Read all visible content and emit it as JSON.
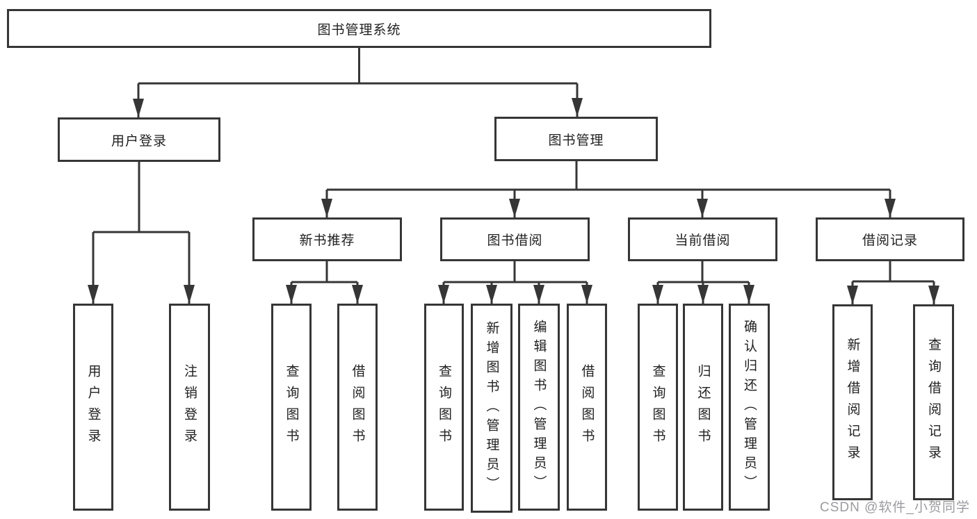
{
  "diagram_title": "图书管理系统",
  "colors": {
    "line": "#363636",
    "box_border": "#363636",
    "box_background": "#ffffff",
    "text": "#212121",
    "page_background": "#ffffff",
    "watermark": "#9b9ba1"
  },
  "nodes": [
    {
      "id": "root",
      "label": "图书管理系统",
      "level": 1
    },
    {
      "id": "user-login",
      "label": "用户登录",
      "level": 2
    },
    {
      "id": "book-management",
      "label": "图书管理",
      "level": 2
    },
    {
      "id": "new-book-recommend",
      "label": "新书推荐",
      "level": 3
    },
    {
      "id": "book-borrowing",
      "label": "图书借阅",
      "level": 3
    },
    {
      "id": "current-borrowing",
      "label": "当前借阅",
      "level": 3
    },
    {
      "id": "borrowing-records",
      "label": "借阅记录",
      "level": 3
    },
    {
      "id": "leaf-user-login",
      "label": "用户登录",
      "level": 4
    },
    {
      "id": "leaf-logout",
      "label": "注销登录",
      "level": 4
    },
    {
      "id": "leaf-query-books-1",
      "label": "查询图书",
      "level": 4
    },
    {
      "id": "leaf-borrow-books-1",
      "label": "借阅图书",
      "level": 4
    },
    {
      "id": "leaf-query-books-2",
      "label": "查询图书",
      "level": 4
    },
    {
      "id": "leaf-add-books-admin",
      "label": "新增图书（管理员）",
      "level": 4
    },
    {
      "id": "leaf-edit-books-admin",
      "label": "编辑图书（管理员）",
      "level": 4
    },
    {
      "id": "leaf-borrow-books-2",
      "label": "借阅图书",
      "level": 4
    },
    {
      "id": "leaf-query-books-3",
      "label": "查询图书",
      "level": 4
    },
    {
      "id": "leaf-return-books",
      "label": "归还图书",
      "level": 4
    },
    {
      "id": "leaf-confirm-return-admin",
      "label": "确认归还（管理员）",
      "level": 4
    },
    {
      "id": "leaf-add-borrow-record",
      "label": "新增借阅记录",
      "level": 4
    },
    {
      "id": "leaf-query-borrow-record",
      "label": "查询借阅记录",
      "level": 4
    }
  ],
  "hierarchy": {
    "图书管理系统": {
      "用户登录": [
        "用户登录",
        "注销登录"
      ],
      "图书管理": {
        "新书推荐": [
          "查询图书",
          "借阅图书"
        ],
        "图书借阅": [
          "查询图书",
          "新增图书（管理员）",
          "编辑图书（管理员）",
          "借阅图书"
        ],
        "当前借阅": [
          "查询图书",
          "归还图书",
          "确认归还（管理员）"
        ],
        "借阅记录": [
          "新增借阅记录",
          "查询借阅记录"
        ]
      }
    }
  },
  "watermark": {
    "text": "CSDN @软件_小贺同学"
  }
}
